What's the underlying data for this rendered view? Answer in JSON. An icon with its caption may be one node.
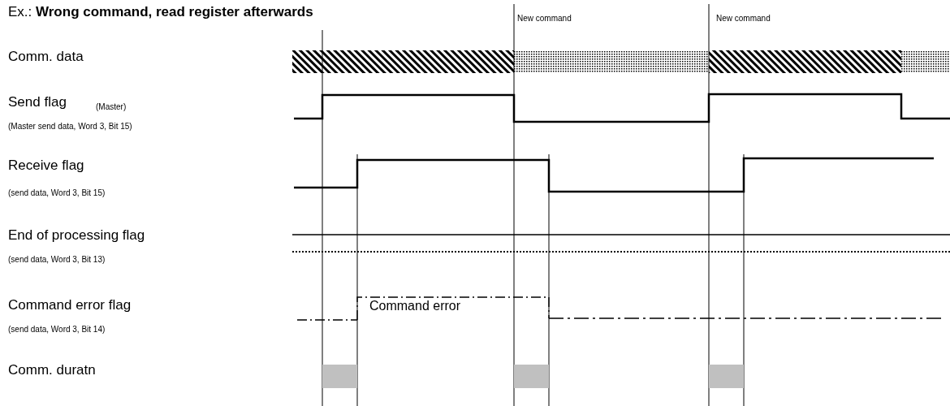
{
  "diagram": {
    "title": "Ex.: **Wrong command, read register afterwards**",
    "labels": [
      "New command",
      "New command",
      "Comm. data",
      "Send flag",
      "(Master)",
      "(Master send data, Word 3, Bit 15)",
      "Receive flag",
      "(send data, Word 3, Bit 15)",
      "End of processing flag",
      "(send data, Word 3, Bit 13)",
      "Command error",
      "Command error flag",
      "(send data, Word 3, Bit 14)",
      "Comm. duratn"
    ]
  }
}
